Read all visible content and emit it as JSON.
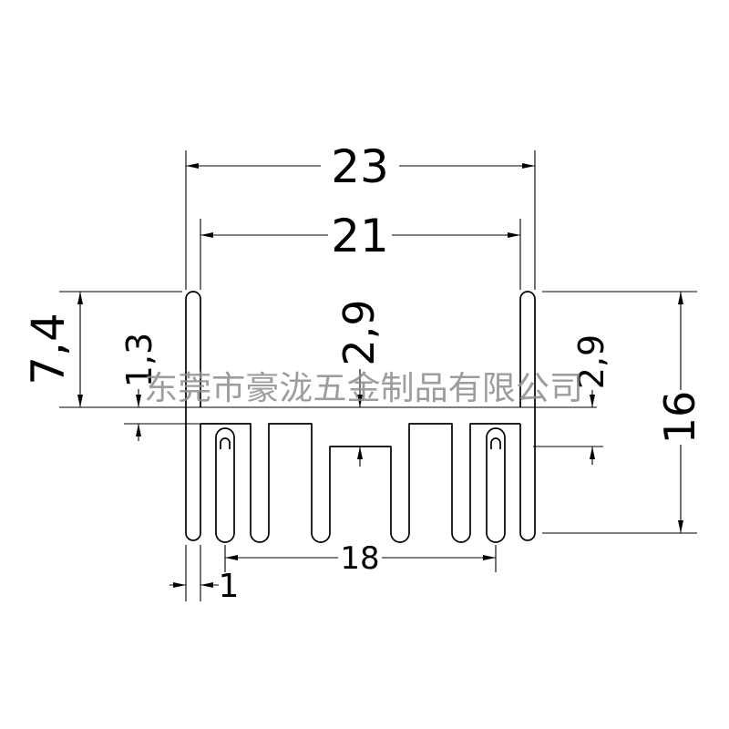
{
  "watermark": "东莞市豪泷五金制品有限公司",
  "dimensions": {
    "overall_width": "23",
    "inner_width": "21",
    "wall_height": "7,4",
    "base_thickness_side": "1,3",
    "base_thickness_center": "2,9",
    "base_thickness_right": "2,9",
    "overall_height": "16",
    "fin_span": "18",
    "wall_thickness": "1"
  },
  "colors": {
    "line": "#000000",
    "background": "#ffffff",
    "watermark": "#8c8c8c"
  }
}
